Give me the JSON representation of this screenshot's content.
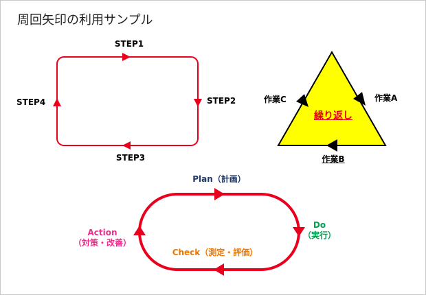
{
  "title": "周回矢印の利用サンプル",
  "colors": {
    "loop_red": "#e8001c",
    "arrow_black": "#000000",
    "triangle_fill": "#ffff00",
    "plan": "#1f3864",
    "do": "#00a050",
    "check": "#f07800",
    "action": "#e8308c"
  },
  "rect_cycle": {
    "steps": [
      "STEP1",
      "STEP2",
      "STEP3",
      "STEP4"
    ]
  },
  "triangle_cycle": {
    "center_label": "繰り返し",
    "tasks": {
      "a": "作業A",
      "b": "作業B",
      "c": "作業C"
    }
  },
  "pdca_cycle": {
    "plan": {
      "name": "Plan",
      "sub": "（計画）"
    },
    "do": {
      "name": "Do",
      "sub": "（実行）"
    },
    "check": {
      "name": "Check",
      "sub": "（測定・評価）"
    },
    "action": {
      "name": "Action",
      "sub": "（対策・改善）"
    }
  }
}
